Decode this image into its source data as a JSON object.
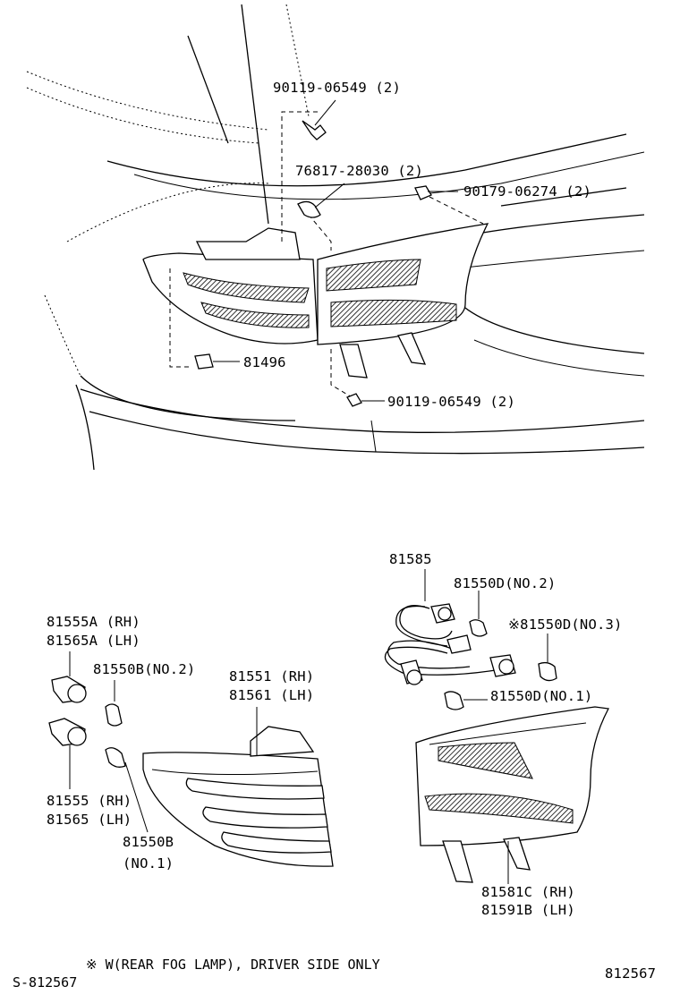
{
  "labels": {
    "p90119_top": "90119-06549 (2)",
    "p76817": "76817-28030 (2)",
    "p90179": "90179-06274 (2)",
    "p81496": "81496",
    "p90119_bottom": "90119-06549 (2)",
    "p81585": "81585",
    "p81550d_no2": "81550D(NO.2)",
    "p81550d_no3": "※81550D(NO.3)",
    "p81550d_no1": "81550D(NO.1)",
    "p81555a_rh": "81555A (RH)",
    "p81565a_lh": "81565A (LH)",
    "p81550b_no2": "81550B(NO.2)",
    "p81551_rh": "81551 (RH)",
    "p81561_lh": "81561 (LH)",
    "p81555_rh": "81555 (RH)",
    "p81565_lh": "81565 (LH)",
    "p81550b": "81550B",
    "p81550b_no1": "(NO.1)",
    "p81581c_rh": "81581C (RH)",
    "p81591b_lh": "81591B (LH)"
  },
  "footnote": "※ W(REAR FOG LAMP), DRIVER SIDE ONLY",
  "ref_left": "S-812567",
  "ref_right": "812567"
}
